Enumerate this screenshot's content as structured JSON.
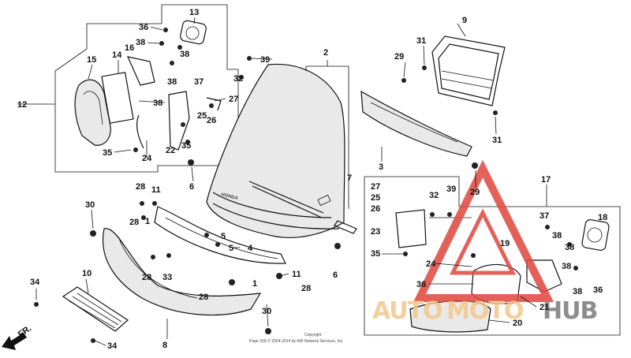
{
  "diagram": {
    "callouts": [
      {
        "id": "c36a",
        "text": "36"
      },
      {
        "id": "c13",
        "text": "13"
      },
      {
        "id": "c38a",
        "text": "38"
      },
      {
        "id": "c38b",
        "text": "38"
      },
      {
        "id": "c39a",
        "text": "39"
      },
      {
        "id": "c2",
        "text": "2"
      },
      {
        "id": "c9",
        "text": "9"
      },
      {
        "id": "c31a",
        "text": "31"
      },
      {
        "id": "c29a",
        "text": "29"
      },
      {
        "id": "c15",
        "text": "15"
      },
      {
        "id": "c14",
        "text": "14"
      },
      {
        "id": "c16",
        "text": "16"
      },
      {
        "id": "c38c",
        "text": "38"
      },
      {
        "id": "c37a",
        "text": "37"
      },
      {
        "id": "c32a",
        "text": "32"
      },
      {
        "id": "c12",
        "text": "12"
      },
      {
        "id": "c38d",
        "text": "38"
      },
      {
        "id": "c27a",
        "text": "27"
      },
      {
        "id": "c26a",
        "text": "26"
      },
      {
        "id": "c25a",
        "text": "25"
      },
      {
        "id": "c35a",
        "text": "35"
      },
      {
        "id": "c22",
        "text": "22"
      },
      {
        "id": "c35b",
        "text": "35"
      },
      {
        "id": "c24a",
        "text": "24"
      },
      {
        "id": "c31b",
        "text": "31"
      },
      {
        "id": "c3",
        "text": "3"
      },
      {
        "id": "c29b",
        "text": "29"
      },
      {
        "id": "c6a",
        "text": "6"
      },
      {
        "id": "c7",
        "text": "7"
      },
      {
        "id": "c17",
        "text": "17"
      },
      {
        "id": "c28a",
        "text": "28"
      },
      {
        "id": "c11a",
        "text": "11"
      },
      {
        "id": "c27b",
        "text": "27"
      },
      {
        "id": "c25b",
        "text": "25"
      },
      {
        "id": "c26b",
        "text": "26"
      },
      {
        "id": "c32b",
        "text": "32"
      },
      {
        "id": "c39b",
        "text": "39"
      },
      {
        "id": "c30a",
        "text": "30"
      },
      {
        "id": "c28b",
        "text": "28"
      },
      {
        "id": "c1a",
        "text": "1"
      },
      {
        "id": "c5a",
        "text": "5"
      },
      {
        "id": "c5b",
        "text": "5"
      },
      {
        "id": "c4",
        "text": "4"
      },
      {
        "id": "c23",
        "text": "23"
      },
      {
        "id": "c37b",
        "text": "37"
      },
      {
        "id": "c18",
        "text": "18"
      },
      {
        "id": "c38e",
        "text": "38"
      },
      {
        "id": "c38f",
        "text": "38"
      },
      {
        "id": "c38g",
        "text": "38"
      },
      {
        "id": "c19",
        "text": "19"
      },
      {
        "id": "c35c",
        "text": "35"
      },
      {
        "id": "c24b",
        "text": "24"
      },
      {
        "id": "c28c",
        "text": "28"
      },
      {
        "id": "c33",
        "text": "33"
      },
      {
        "id": "c11b",
        "text": "11"
      },
      {
        "id": "c1b",
        "text": "1"
      },
      {
        "id": "c6b",
        "text": "6"
      },
      {
        "id": "c28d",
        "text": "28"
      },
      {
        "id": "c38h",
        "text": "38"
      },
      {
        "id": "c36b",
        "text": "36"
      },
      {
        "id": "c34a",
        "text": "34"
      },
      {
        "id": "c10",
        "text": "10"
      },
      {
        "id": "c36c",
        "text": "36"
      },
      {
        "id": "c21",
        "text": "21"
      },
      {
        "id": "c28e",
        "text": "28"
      },
      {
        "id": "c30b",
        "text": "30"
      },
      {
        "id": "c20",
        "text": "20"
      },
      {
        "id": "c8",
        "text": "8"
      },
      {
        "id": "c34b",
        "text": "34"
      }
    ],
    "windscreen_logo": "HONDA",
    "direction_label": "FR.",
    "copyright_line1": "Copyright",
    "copyright_line2": "Page 3(4) © 2004-2014 by ARI Network Services, Inc.",
    "watermark": {
      "part1": "AUTO",
      "part2": "MOTO",
      "part3": "HUB",
      "colors": {
        "auto": "#f3c68a",
        "moto": "#f3c68a",
        "hub": "#7a7a7a",
        "triangle": "#e0463e"
      }
    }
  }
}
